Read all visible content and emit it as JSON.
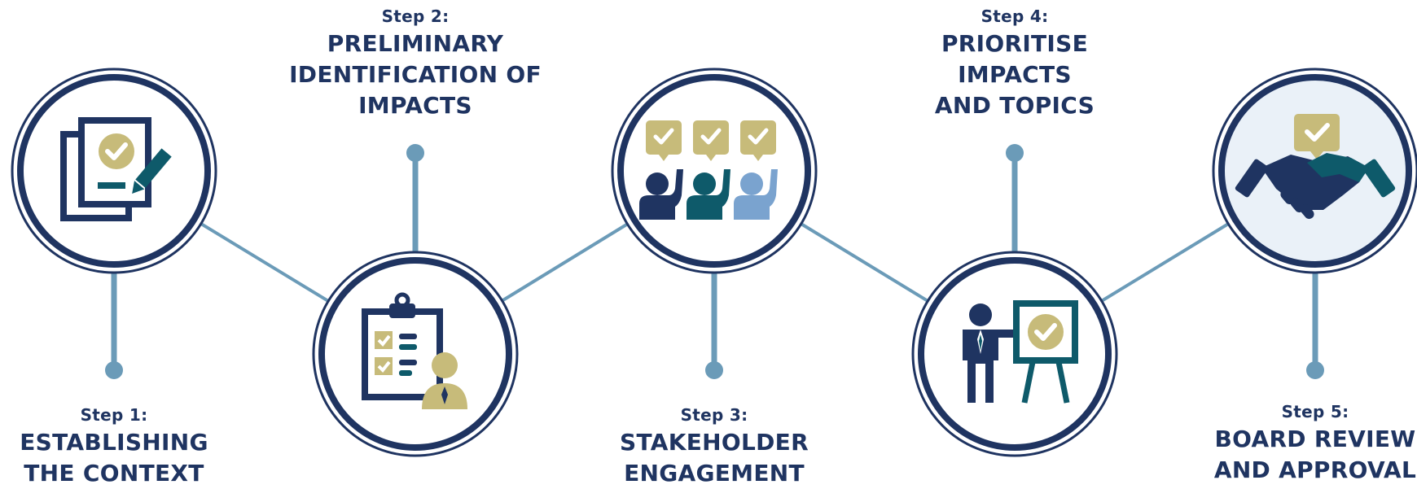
{
  "colors": {
    "navy": "#1f3461",
    "teal": "#0e5a6a",
    "gold": "#c7bb7a",
    "light_blue": "#7aa3cf",
    "connector": "#6b9bb8",
    "handshake_bg": "#eaf1f8"
  },
  "steps": [
    {
      "step": "Step 1:",
      "title_lines": [
        "ESTABLISHING",
        "THE CONTEXT"
      ],
      "icon": "documents-check-icon"
    },
    {
      "step": "Step 2:",
      "title_lines": [
        "PRELIMINARY",
        "IDENTIFICATION OF",
        "IMPACTS"
      ],
      "icon": "clipboard-person-icon"
    },
    {
      "step": "Step 3:",
      "title_lines": [
        "STAKEHOLDER",
        "ENGAGEMENT"
      ],
      "icon": "raised-hands-people-icon"
    },
    {
      "step": "Step 4:",
      "title_lines": [
        "PRIORITISE",
        "IMPACTS",
        "AND TOPICS"
      ],
      "icon": "presenter-board-icon"
    },
    {
      "step": "Step 5:",
      "title_lines": [
        "BOARD REVIEW",
        "AND APPROVAL"
      ],
      "icon": "handshake-check-icon"
    }
  ]
}
